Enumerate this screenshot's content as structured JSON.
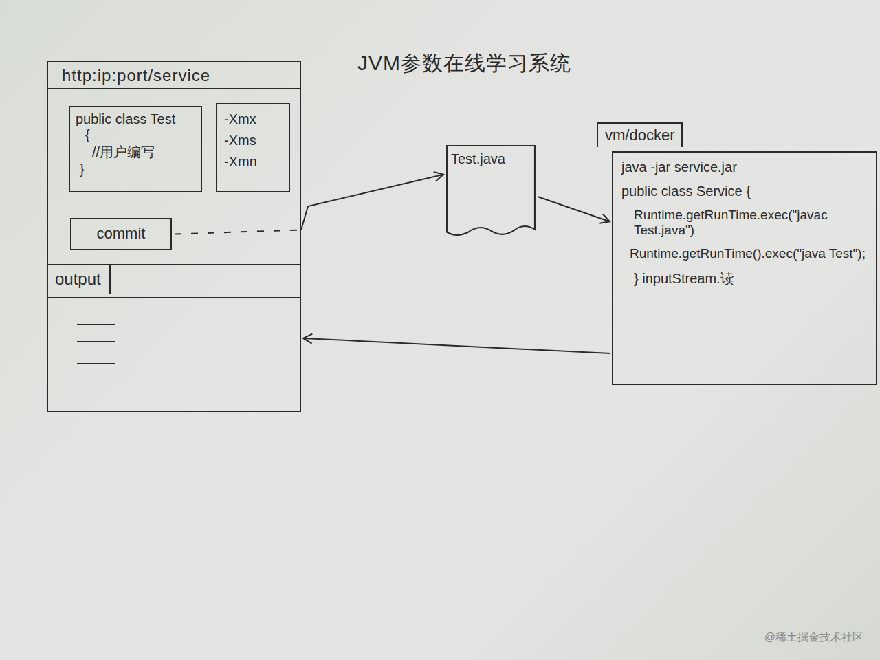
{
  "diagram": {
    "title": "JVM参数在线学习系统",
    "nodes": [
      {
        "text": [
          "http:ip:port/service"
        ]
      },
      {
        "text": [
          "public class Test",
          "{",
          "//用户编写",
          "}"
        ],
        "in": 0
      },
      {
        "text": [
          "-Xmx",
          "-Xms",
          "-Xmn"
        ],
        "in": 0
      },
      {
        "text": [
          "commit"
        ],
        "in": 0
      },
      {
        "text": [
          "output"
        ],
        "in": 0
      },
      {
        "text": [
          "Test.java"
        ]
      },
      {
        "text": [
          "vm/docker",
          "java -jar service.jar",
          "public class Service {",
          "Runtime.getRunTime.exec(\"javac Test.java\")",
          "Runtime.getRunTime().exec(\"java Test\");",
          "} inputStream.读"
        ]
      }
    ],
    "edges": [
      {
        "from": 3,
        "to": 5,
        "arrow": "to"
      },
      {
        "from": 5,
        "to": 6,
        "arrow": "to"
      },
      {
        "from": 6,
        "to": 4,
        "arrow": "to"
      }
    ],
    "labels": [
      "@稀土掘金技术社区"
    ]
  }
}
